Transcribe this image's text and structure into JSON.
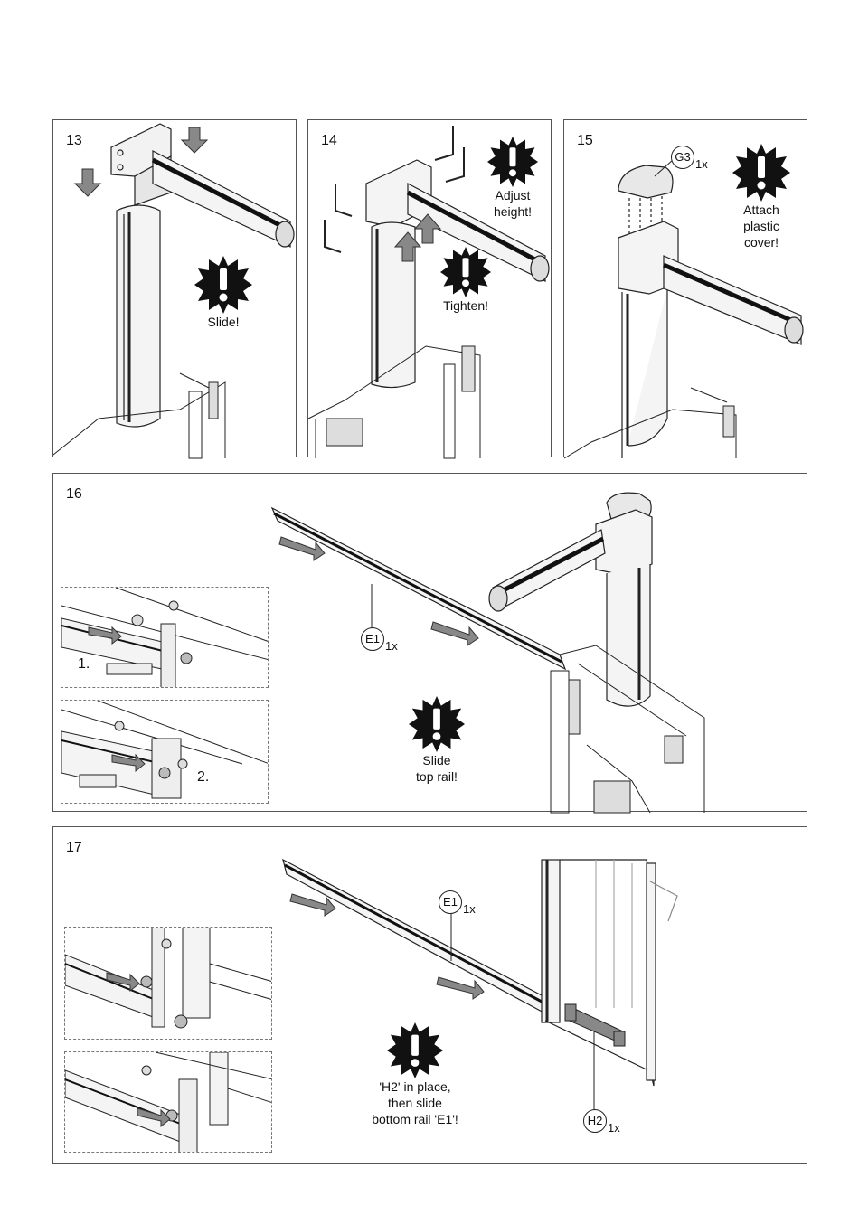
{
  "steps": {
    "s13": {
      "number": "13",
      "note": "Slide!"
    },
    "s14": {
      "number": "14",
      "note_adjust": "Adjust\nheight!",
      "note_tighten": "Tighten!"
    },
    "s15": {
      "number": "15",
      "part": "G3",
      "qty": "1x",
      "note": "Attach\nplastic\ncover!"
    },
    "s16": {
      "number": "16",
      "part": "E1",
      "qty": "1x",
      "note": "Slide\ntop rail!",
      "inset1": "1.",
      "inset2": "2."
    },
    "s17": {
      "number": "17",
      "part_e": "E1",
      "qty_e": "1x",
      "part_h": "H2",
      "qty_h": "1x",
      "note": "'H2' in place,\nthen slide\nbottom rail 'E1'!"
    }
  }
}
